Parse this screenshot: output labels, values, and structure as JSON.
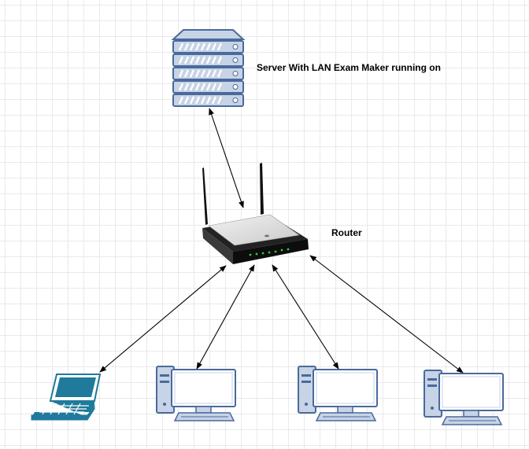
{
  "labels": {
    "server": "Server With LAN Exam Maker running on",
    "router": "Router"
  },
  "nodes": {
    "server": {
      "icon": "server-rack-icon"
    },
    "router": {
      "icon": "wireless-router-icon"
    },
    "laptop": {
      "icon": "laptop-icon"
    },
    "pcs": [
      {
        "icon": "desktop-computer-icon"
      },
      {
        "icon": "desktop-computer-icon"
      },
      {
        "icon": "desktop-computer-icon"
      }
    ]
  },
  "connections": [
    {
      "from": "server",
      "to": "router",
      "arrows": "both"
    },
    {
      "from": "router",
      "to": "laptop",
      "arrows": "both"
    },
    {
      "from": "router",
      "to": "pc-1",
      "arrows": "both"
    },
    {
      "from": "router",
      "to": "pc-2",
      "arrows": "both"
    },
    {
      "from": "router",
      "to": "pc-3",
      "arrows": "both"
    }
  ],
  "colors": {
    "icon_blue": "#4a6a9b",
    "icon_fill": "#c7d3e6",
    "screen_fill": "#ffffff",
    "laptop_teal": "#1f7a9c",
    "connector": "#000000"
  }
}
